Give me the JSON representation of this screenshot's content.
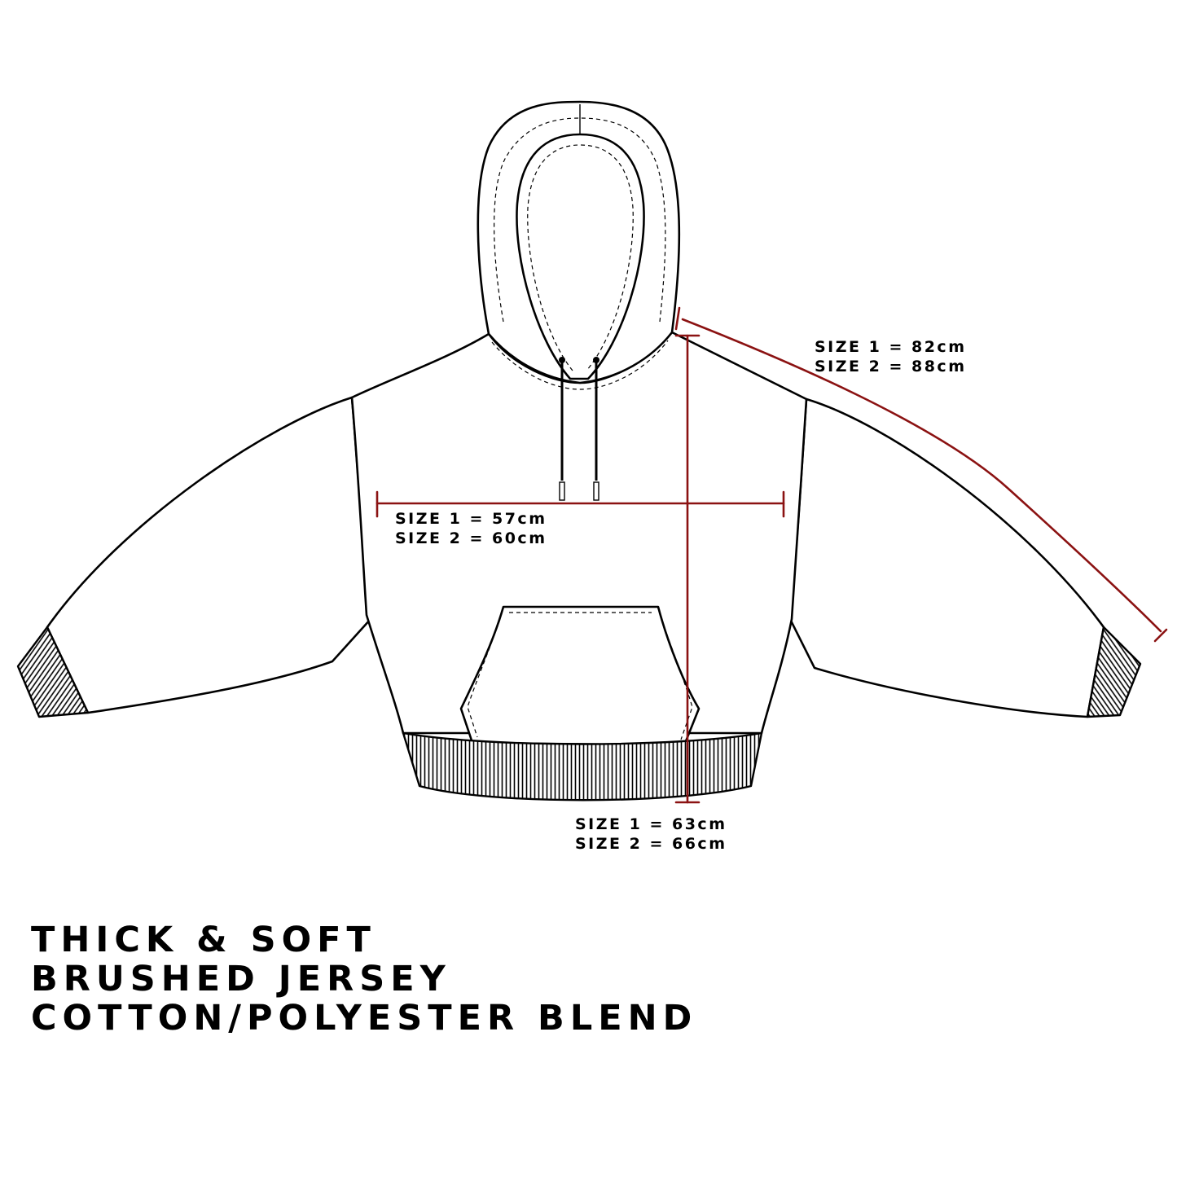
{
  "measurements": {
    "sleeve": {
      "size1": "SIZE 1 = 82cm",
      "size2": "SIZE 2 = 88cm"
    },
    "chest": {
      "size1": "SIZE 1 = 57cm",
      "size2": "SIZE 2 = 60cm"
    },
    "length": {
      "size1": "SIZE 1 = 63cm",
      "size2": "SIZE 2 = 66cm"
    }
  },
  "description": {
    "line1": "THICK & SOFT",
    "line2": "BRUSHED JERSEY",
    "line3": "COTTON/POLYESTER BLEND"
  },
  "colors": {
    "outline": "#000000",
    "measure_line": "#8b1212",
    "background": "#ffffff"
  }
}
